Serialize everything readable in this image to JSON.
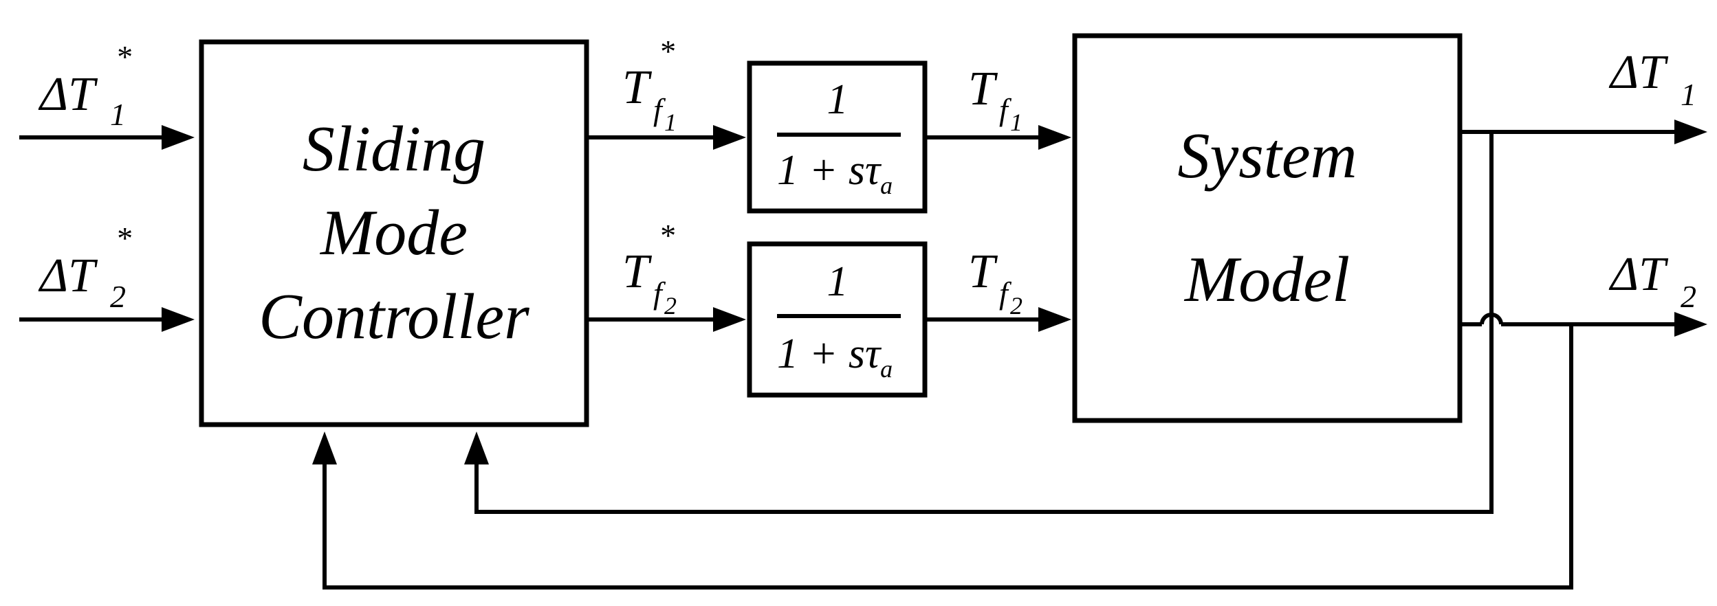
{
  "blocks": {
    "controller": {
      "lines": [
        "Sliding",
        "Mode",
        "Controller"
      ]
    },
    "filter1": {
      "numerator": "1",
      "denominator": "1 + s",
      "tau": "τ",
      "tau_sub": "a"
    },
    "filter2": {
      "numerator": "1",
      "denominator": "1 + s",
      "tau": "τ",
      "tau_sub": "a"
    },
    "system": {
      "lines": [
        "System",
        "Model"
      ]
    }
  },
  "signals": {
    "in1": {
      "delta": "Δ",
      "base": "T",
      "sub": "1",
      "sup": "*"
    },
    "in2": {
      "delta": "Δ",
      "base": "T",
      "sub": "2",
      "sup": "*"
    },
    "ref1": {
      "base": "T",
      "sub": "f",
      "subsub": "1",
      "sup": "*"
    },
    "ref2": {
      "base": "T",
      "sub": "f",
      "subsub": "2",
      "sup": "*"
    },
    "act1": {
      "base": "T",
      "sub": "f",
      "subsub": "1"
    },
    "act2": {
      "base": "T",
      "sub": "f",
      "subsub": "2"
    },
    "out1": {
      "delta": "Δ",
      "base": "T",
      "sub": "1"
    },
    "out2": {
      "delta": "Δ",
      "base": "T",
      "sub": "2"
    }
  }
}
